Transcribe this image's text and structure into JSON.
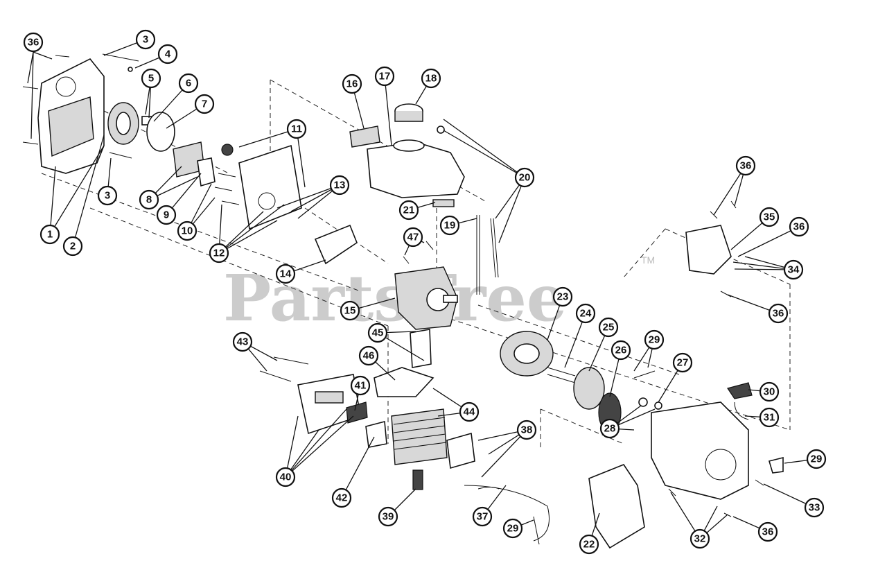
{
  "watermark": {
    "text": "PartsTree",
    "trademark": "TM"
  },
  "callouts": [
    "1",
    "2",
    "3",
    "3",
    "4",
    "5",
    "6",
    "7",
    "8",
    "9",
    "10",
    "11",
    "12",
    "13",
    "14",
    "15",
    "16",
    "17",
    "18",
    "19",
    "20",
    "21",
    "22",
    "23",
    "24",
    "25",
    "26",
    "27",
    "28",
    "29",
    "29",
    "29",
    "30",
    "31",
    "32",
    "33",
    "34",
    "35",
    "36",
    "36",
    "36",
    "36",
    "36",
    "37",
    "38",
    "39",
    "40",
    "41",
    "42",
    "43",
    "44",
    "45",
    "46",
    "47"
  ]
}
